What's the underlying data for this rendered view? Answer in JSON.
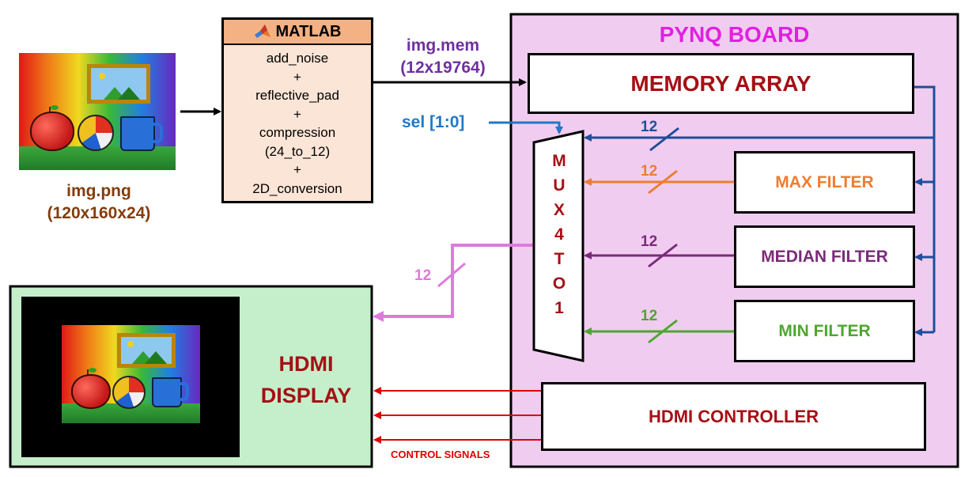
{
  "source_image": {
    "caption_name": "img.png",
    "caption_dims": "(120x160x24)"
  },
  "matlab": {
    "title": "MATLAB",
    "steps": [
      "add_noise",
      "+",
      "reflective_pad",
      "+",
      "compression",
      "(24_to_12)",
      "+",
      "2D_conversion"
    ]
  },
  "mem_file": {
    "name": "img.mem",
    "dims": "(12x19764)"
  },
  "sel_label": "sel [1:0]",
  "pynq": {
    "title": "PYNQ BOARD",
    "memory_array": "MEMORY ARRAY",
    "mux_letters": [
      "M",
      "U",
      "X",
      "4",
      "T",
      "O",
      "1"
    ],
    "filters": {
      "max": "MAX FILTER",
      "median": "MEDIAN FILTER",
      "min": "MIN FILTER"
    },
    "bus_widths": {
      "memory_to_mux": "12",
      "max_to_mux": "12",
      "median_to_mux": "12",
      "min_to_mux": "12",
      "mux_to_hdmi": "12"
    },
    "hdmi_controller": "HDMI CONTROLLER"
  },
  "hdmi_display": {
    "line1": "HDMI",
    "line2": "DISPLAY"
  },
  "control_signals": "CONTROL SIGNALS",
  "colors": {
    "pynq_bg": "#f0cdf0",
    "pynq_title": "#e020e0",
    "matlab_header": "#f4b183",
    "matlab_body": "#fbe5d6",
    "hdmi_bg": "#c5efca",
    "dark_red": "#a50f15",
    "brown": "#843c0c",
    "purple_text": "#7030a0",
    "mem_blue": "#1f4e9c",
    "sel_blue": "#1f78c8",
    "max_orange": "#ed7d31",
    "median_purple": "#7b2a7b",
    "min_green": "#4ea72e",
    "mux_out_pink": "#de7ade",
    "control_red": "#e00000"
  }
}
